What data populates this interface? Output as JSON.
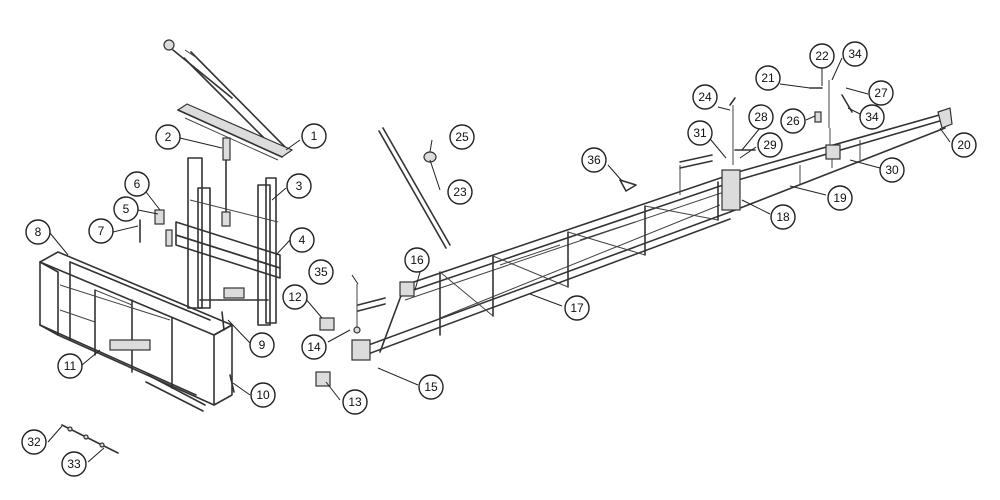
{
  "diagram": {
    "callouts": [
      {
        "id": 1,
        "label": "1"
      },
      {
        "id": 2,
        "label": "2"
      },
      {
        "id": 3,
        "label": "3"
      },
      {
        "id": 4,
        "label": "4"
      },
      {
        "id": 5,
        "label": "5"
      },
      {
        "id": 6,
        "label": "6"
      },
      {
        "id": 7,
        "label": "7"
      },
      {
        "id": 8,
        "label": "8"
      },
      {
        "id": 9,
        "label": "9"
      },
      {
        "id": 10,
        "label": "10"
      },
      {
        "id": 11,
        "label": "11"
      },
      {
        "id": 12,
        "label": "12"
      },
      {
        "id": 13,
        "label": "13"
      },
      {
        "id": 14,
        "label": "14"
      },
      {
        "id": 15,
        "label": "15"
      },
      {
        "id": 16,
        "label": "16"
      },
      {
        "id": 17,
        "label": "17"
      },
      {
        "id": 18,
        "label": "18"
      },
      {
        "id": 19,
        "label": "19"
      },
      {
        "id": 20,
        "label": "20"
      },
      {
        "id": 21,
        "label": "21"
      },
      {
        "id": 22,
        "label": "22"
      },
      {
        "id": 23,
        "label": "23"
      },
      {
        "id": 24,
        "label": "24"
      },
      {
        "id": 25,
        "label": "25"
      },
      {
        "id": 26,
        "label": "26"
      },
      {
        "id": 27,
        "label": "27"
      },
      {
        "id": 28,
        "label": "28"
      },
      {
        "id": 29,
        "label": "29"
      },
      {
        "id": 30,
        "label": "30"
      },
      {
        "id": 31,
        "label": "31"
      },
      {
        "id": 32,
        "label": "32"
      },
      {
        "id": 33,
        "label": "33"
      },
      {
        "id": 34,
        "label": "34"
      },
      {
        "id": 35,
        "label": "35"
      },
      {
        "id": 36,
        "label": "36"
      },
      {
        "id": "34b",
        "label": "34"
      }
    ],
    "colors": {
      "line": "#333333",
      "background": "#ffffff"
    }
  }
}
